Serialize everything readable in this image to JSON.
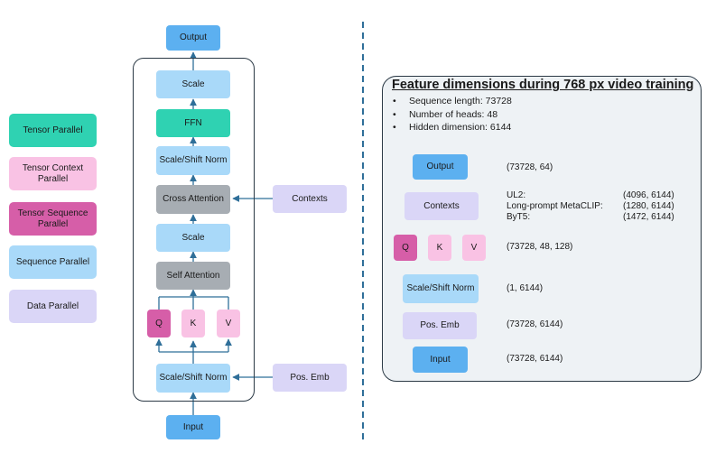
{
  "legend": [
    {
      "label": "Tensor Parallel",
      "color": "#2fd2b2"
    },
    {
      "label": "Tensor Context Parallel",
      "color": "#f9c2e4"
    },
    {
      "label": "Tensor Sequence Parallel",
      "color": "#d65ea8"
    },
    {
      "label": "Sequence Parallel",
      "color": "#a9d9f9"
    },
    {
      "label": "Data Parallel",
      "color": "#dad6f7"
    }
  ],
  "block": {
    "output": "Output",
    "scale_top": "Scale",
    "ffn": "FFN",
    "scale_shift_norm_top": "Scale/Shift Norm",
    "cross_attention": "Cross Attention",
    "scale_mid": "Scale",
    "self_attention": "Self Attention",
    "q": "Q",
    "k": "K",
    "v": "V",
    "scale_shift_norm_bottom": "Scale/Shift Norm",
    "input": "Input",
    "contexts": "Contexts",
    "pos_emb": "Pos. Emb"
  },
  "panel": {
    "title": "Feature dimensions during 768 px video training",
    "bullets": [
      "Sequence length: 73728",
      "Number of heads: 48",
      "Hidden dimension: 6144"
    ],
    "rows": {
      "output": {
        "label": "Output",
        "dim": "(73728, 64)"
      },
      "contexts": {
        "label": "Contexts",
        "items": [
          {
            "name": "UL2:",
            "dim": "(4096, 6144)"
          },
          {
            "name": "Long-prompt MetaCLIP:",
            "dim": "(1280, 6144)"
          },
          {
            "name": "ByT5:",
            "dim": "(1472, 6144)"
          }
        ]
      },
      "qkv": {
        "q": "Q",
        "k": "K",
        "v": "V",
        "dim": "(73728, 48, 128)"
      },
      "norm": {
        "label": "Scale/Shift Norm",
        "dim": "(1, 6144)"
      },
      "pos_emb": {
        "label": "Pos. Emb",
        "dim": "(73728, 6144)"
      },
      "input": {
        "label": "Input",
        "dim": "(73728, 6144)"
      }
    }
  },
  "colors": {
    "blue": "#5cb0f0",
    "light_blue": "#a9d9f9",
    "green": "#2fd2b2",
    "gray": "#a7adb3",
    "lavender": "#dad6f7",
    "pink": "#f9c2e4",
    "magenta": "#d65ea8",
    "arrow": "#2f6f99",
    "divider": "#2f6f99"
  }
}
